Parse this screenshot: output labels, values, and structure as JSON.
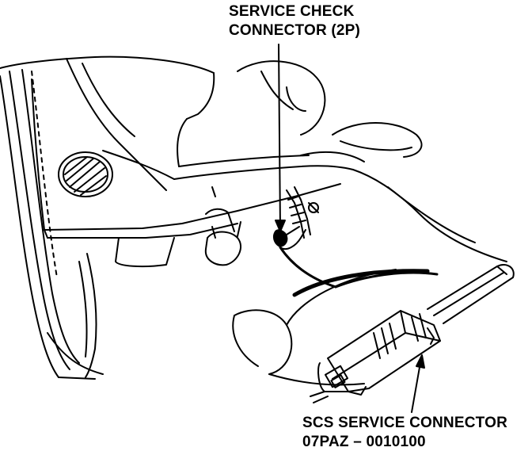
{
  "diagram": {
    "labels": {
      "service_check_connector": {
        "line1": "SERVICE CHECK",
        "line2": "CONNECTOR (2P)"
      },
      "scs_service_connector": {
        "line1": "SCS SERVICE CONNECTOR",
        "line2": "07PAZ – 0010100"
      }
    },
    "colors": {
      "ink": "#000000",
      "paper": "#ffffff"
    }
  }
}
